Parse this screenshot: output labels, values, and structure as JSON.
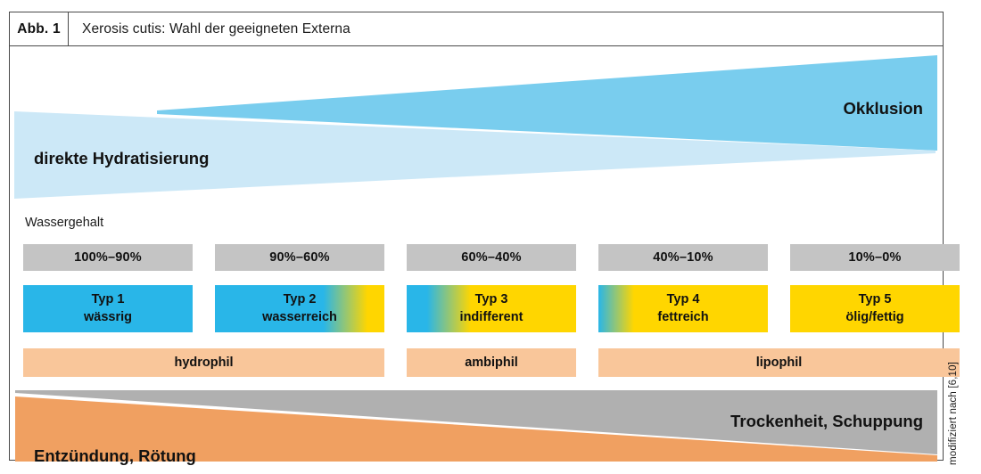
{
  "figure": {
    "tag": "Abb. 1",
    "title": "Xerosis cutis: Wahl der geeigneten Externa",
    "source_note": "modifiziert nach [6,10]"
  },
  "wedges": {
    "hydration_label": "direkte Hydratisierung",
    "occlusion_label": "Okklusion",
    "inflammation_label": "Entzündung, Rötung",
    "dryness_label": "Trockenheit, Schuppung"
  },
  "water_axis": {
    "caption": "Wassergehalt",
    "values": [
      "100%–90%",
      "90%–60%",
      "60%–40%",
      "40%–10%",
      "10%–0%"
    ]
  },
  "types": [
    {
      "name": "Typ 1",
      "descriptor": "wässrig",
      "water_pct": "100%–90%",
      "gradient_stop": 100,
      "philia": "hydrophil"
    },
    {
      "name": "Typ 2",
      "descriptor": "wasserreich",
      "water_pct": "90%–60%",
      "gradient_stop": 78,
      "philia": "hydrophil"
    },
    {
      "name": "Typ 3",
      "descriptor": "indifferent",
      "water_pct": "60%–40%",
      "gradient_stop": 26,
      "philia": "ambiphil"
    },
    {
      "name": "Typ 4",
      "descriptor": "fettreich",
      "water_pct": "40%–10%",
      "gradient_stop": 9,
      "philia": "lipophil"
    },
    {
      "name": "Typ 5",
      "descriptor": "ölig/fettig",
      "water_pct": "10%–0%",
      "gradient_stop": 0,
      "philia": "lipophil"
    }
  ],
  "philia_bands": [
    {
      "label": "hydrophil",
      "from_column": 0,
      "to_column": 1
    },
    {
      "label": "ambiphil",
      "from_column": 2,
      "to_column": 2
    },
    {
      "label": "lipophil",
      "from_column": 3,
      "to_column": 4
    }
  ],
  "colors": {
    "water_rich": "#29b6e8",
    "lipid_rich": "#ffd600",
    "occlusion_wedge": "#79cdee",
    "hydration_wedge": "#cce8f7",
    "gray_bar": "#c4c4c4",
    "dryness_wedge": "#b0b0b0",
    "inflammation_wedge": "#f0a061",
    "philia_bar": "#f9c69a",
    "frame": "#4a4a4a"
  }
}
